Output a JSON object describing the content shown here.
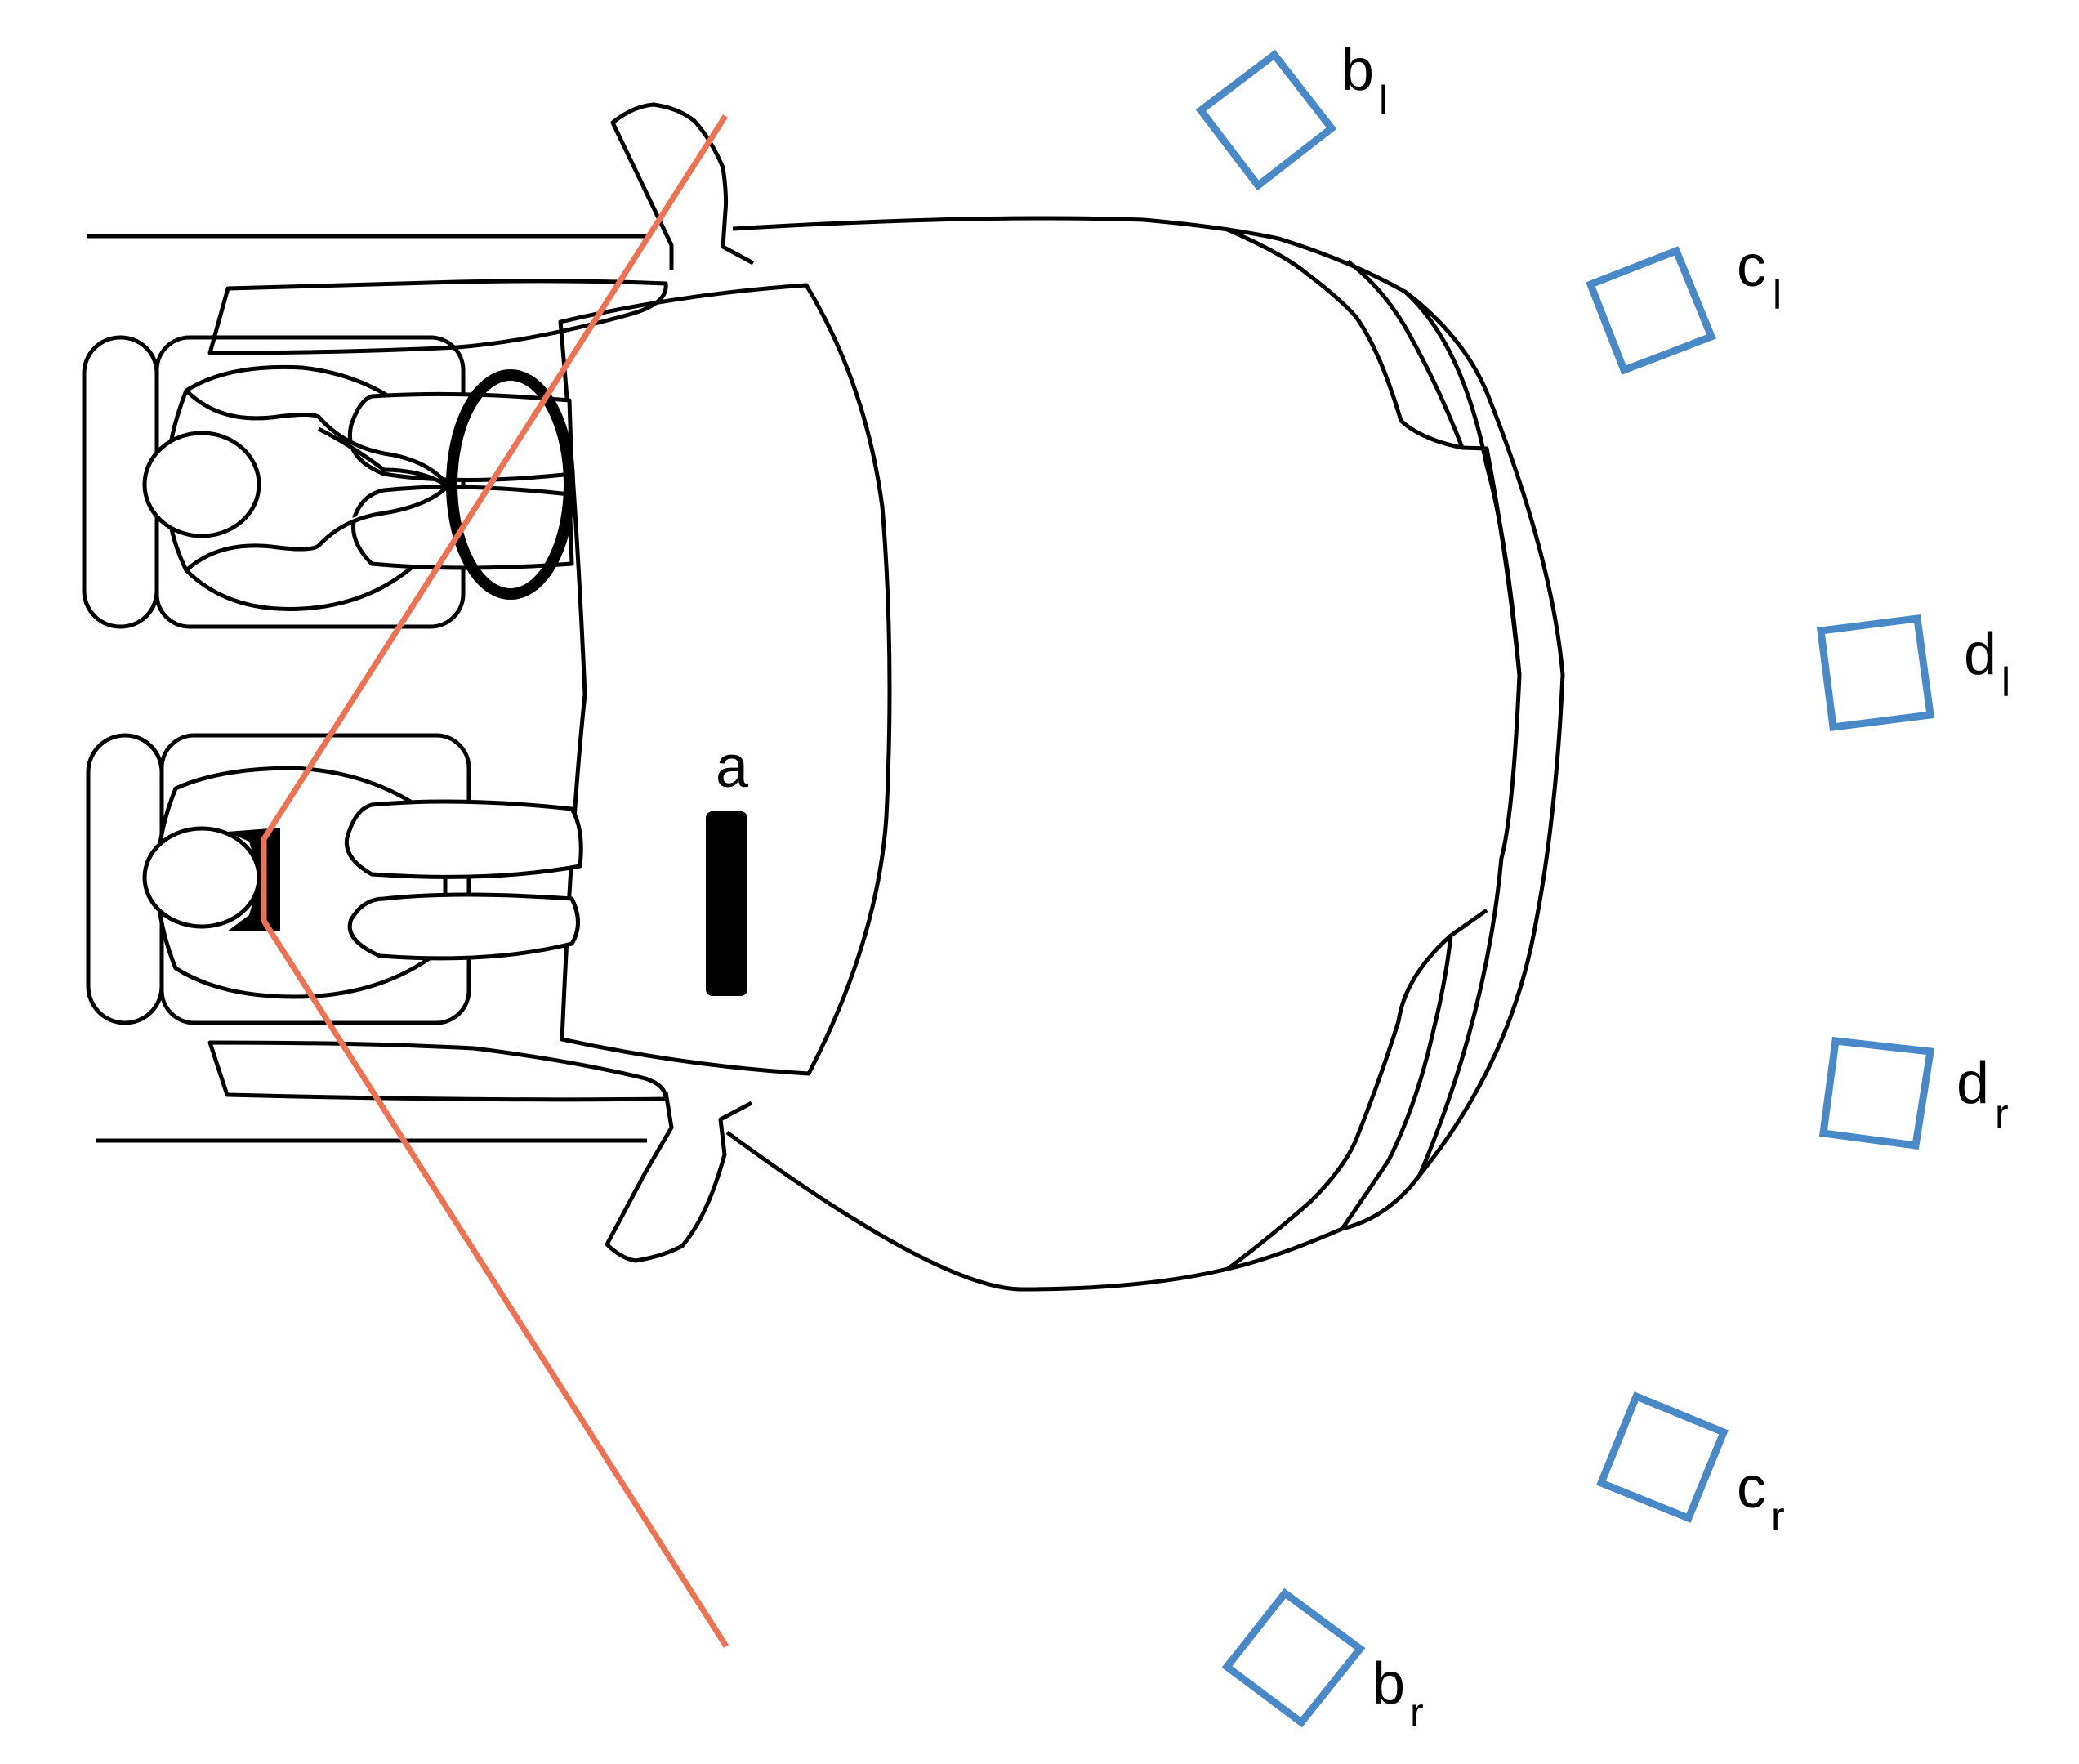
{
  "figure": {
    "description": "Top-down schematic of a car with driver and passenger, a display 'a' on the dashboard, and six external camera/sensor positions arranged in front of the vehicle; red line indicates the passenger's field of view.",
    "colors": {
      "outline": "#000000",
      "camera": "#4A89C8",
      "field_of_view": "#EE7152",
      "background": "#FFFFFF"
    },
    "display_label": "a",
    "cameras": [
      {
        "id": "b_l",
        "letter": "b",
        "subscript": "l"
      },
      {
        "id": "c_l",
        "letter": "c",
        "subscript": "l"
      },
      {
        "id": "d_l",
        "letter": "d",
        "subscript": "l"
      },
      {
        "id": "d_r",
        "letter": "d",
        "subscript": "r"
      },
      {
        "id": "c_r",
        "letter": "c",
        "subscript": "r"
      },
      {
        "id": "b_r",
        "letter": "b",
        "subscript": "r"
      }
    ],
    "occupants": [
      {
        "role": "driver",
        "has_steering_wheel": true
      },
      {
        "role": "passenger",
        "wears_headset": true
      }
    ]
  }
}
